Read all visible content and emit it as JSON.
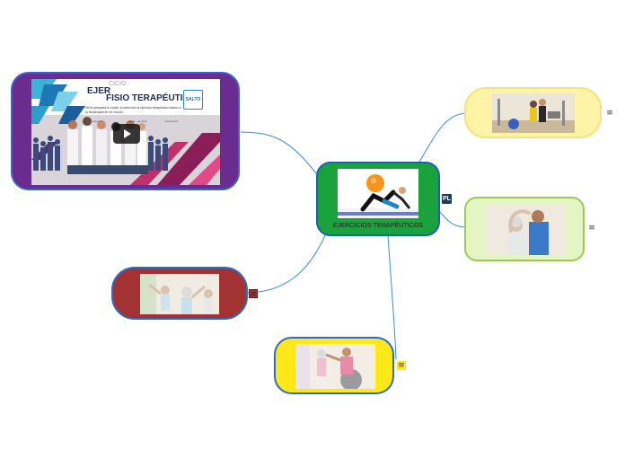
{
  "map": {
    "center": {
      "label": "EJERCICIOS TERAPÉUTICOS",
      "fill": "#1aa33c",
      "border": "#1f5fb3"
    },
    "branches": [
      {
        "id": "video",
        "fill": "#6a2c8f",
        "border": "#3b64c9",
        "has_note": false
      },
      {
        "id": "gym",
        "fill": "#fff3a8",
        "border": "#f5e27a",
        "has_note": true
      },
      {
        "id": "stretch",
        "fill": "#e3f5c2",
        "border": "#9ccb4f",
        "has_note": true
      },
      {
        "id": "seniors",
        "fill": "#a33232",
        "border": "#2e6bc4",
        "has_note": true
      },
      {
        "id": "ball",
        "fill": "#ffe81a",
        "border": "#2e6bc4",
        "has_note": true
      }
    ],
    "badge_label": "PL",
    "note_glyph": "≡",
    "video": {
      "title_part1": "EJER",
      "title_part2": "FISIO TERAPÉUTICO",
      "overlay_text": "CICIO",
      "subtitle": "Mil la pesquisa fu social, la intención al ejercicio terapéutico básico a la fisioterapia en un mundo",
      "logo_text": "SALTO",
      "footer": [
        "fisioterapia.es",
        "salud · ejercicio",
        "movimiento"
      ]
    },
    "line_color": "#3b8fd0"
  }
}
